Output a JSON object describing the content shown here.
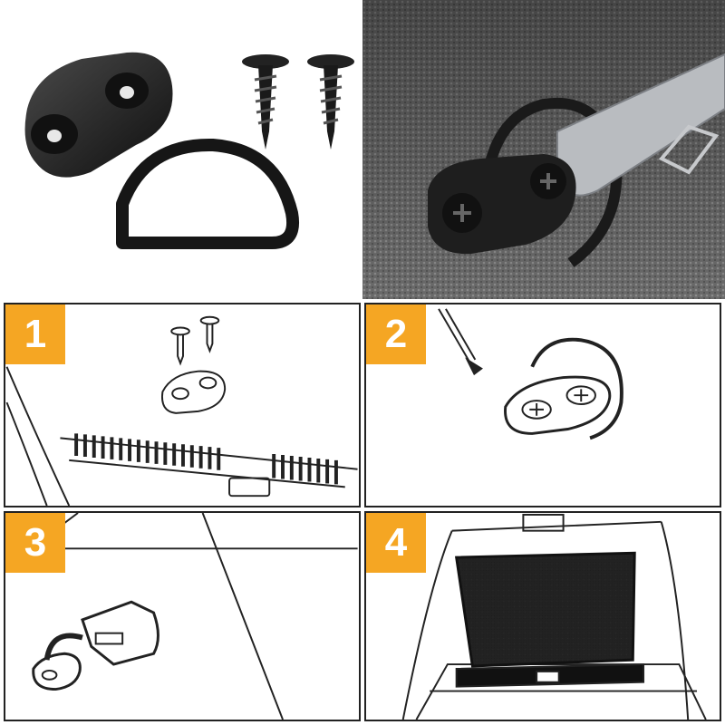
{
  "steps": [
    {
      "number": "1"
    },
    {
      "number": "2"
    },
    {
      "number": "3"
    },
    {
      "number": "4"
    }
  ],
  "colors": {
    "badge": "#f5a623",
    "hardware": "#1c1c1c",
    "carpet": "#6e6e6e",
    "line_art": "#222222"
  },
  "icons": [
    "screw-icon",
    "d-ring-icon",
    "mount-bracket-icon",
    "carabiner-icon",
    "screwdriver-icon",
    "cargo-net-icon"
  ]
}
